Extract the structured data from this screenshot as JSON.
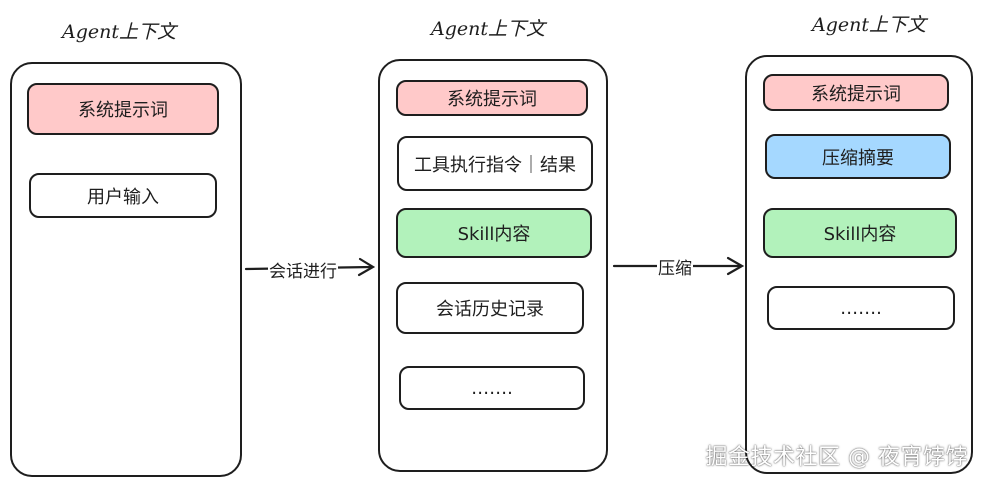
{
  "panels": [
    {
      "title": "Agent上下文",
      "boxes": [
        "系统提示词",
        "用户输入"
      ]
    },
    {
      "title": "Agent上下文",
      "boxes": [
        "系统提示词",
        "工具执行指令｜结果",
        "Skill内容",
        "会话历史记录",
        "……."
      ]
    },
    {
      "title": "Agent上下文",
      "boxes": [
        "系统提示词",
        "压缩摘要",
        "Skill内容",
        "……."
      ]
    }
  ],
  "arrows": [
    {
      "label": "会话进行"
    },
    {
      "label": "压缩"
    }
  ],
  "watermark": "掘金技术社区 @ 夜宵饽饽",
  "colors": {
    "system_prompt": "#ffc9c9",
    "skill": "#b2f2bb",
    "summary": "#a5d8ff",
    "stroke": "#1e1e1e"
  }
}
